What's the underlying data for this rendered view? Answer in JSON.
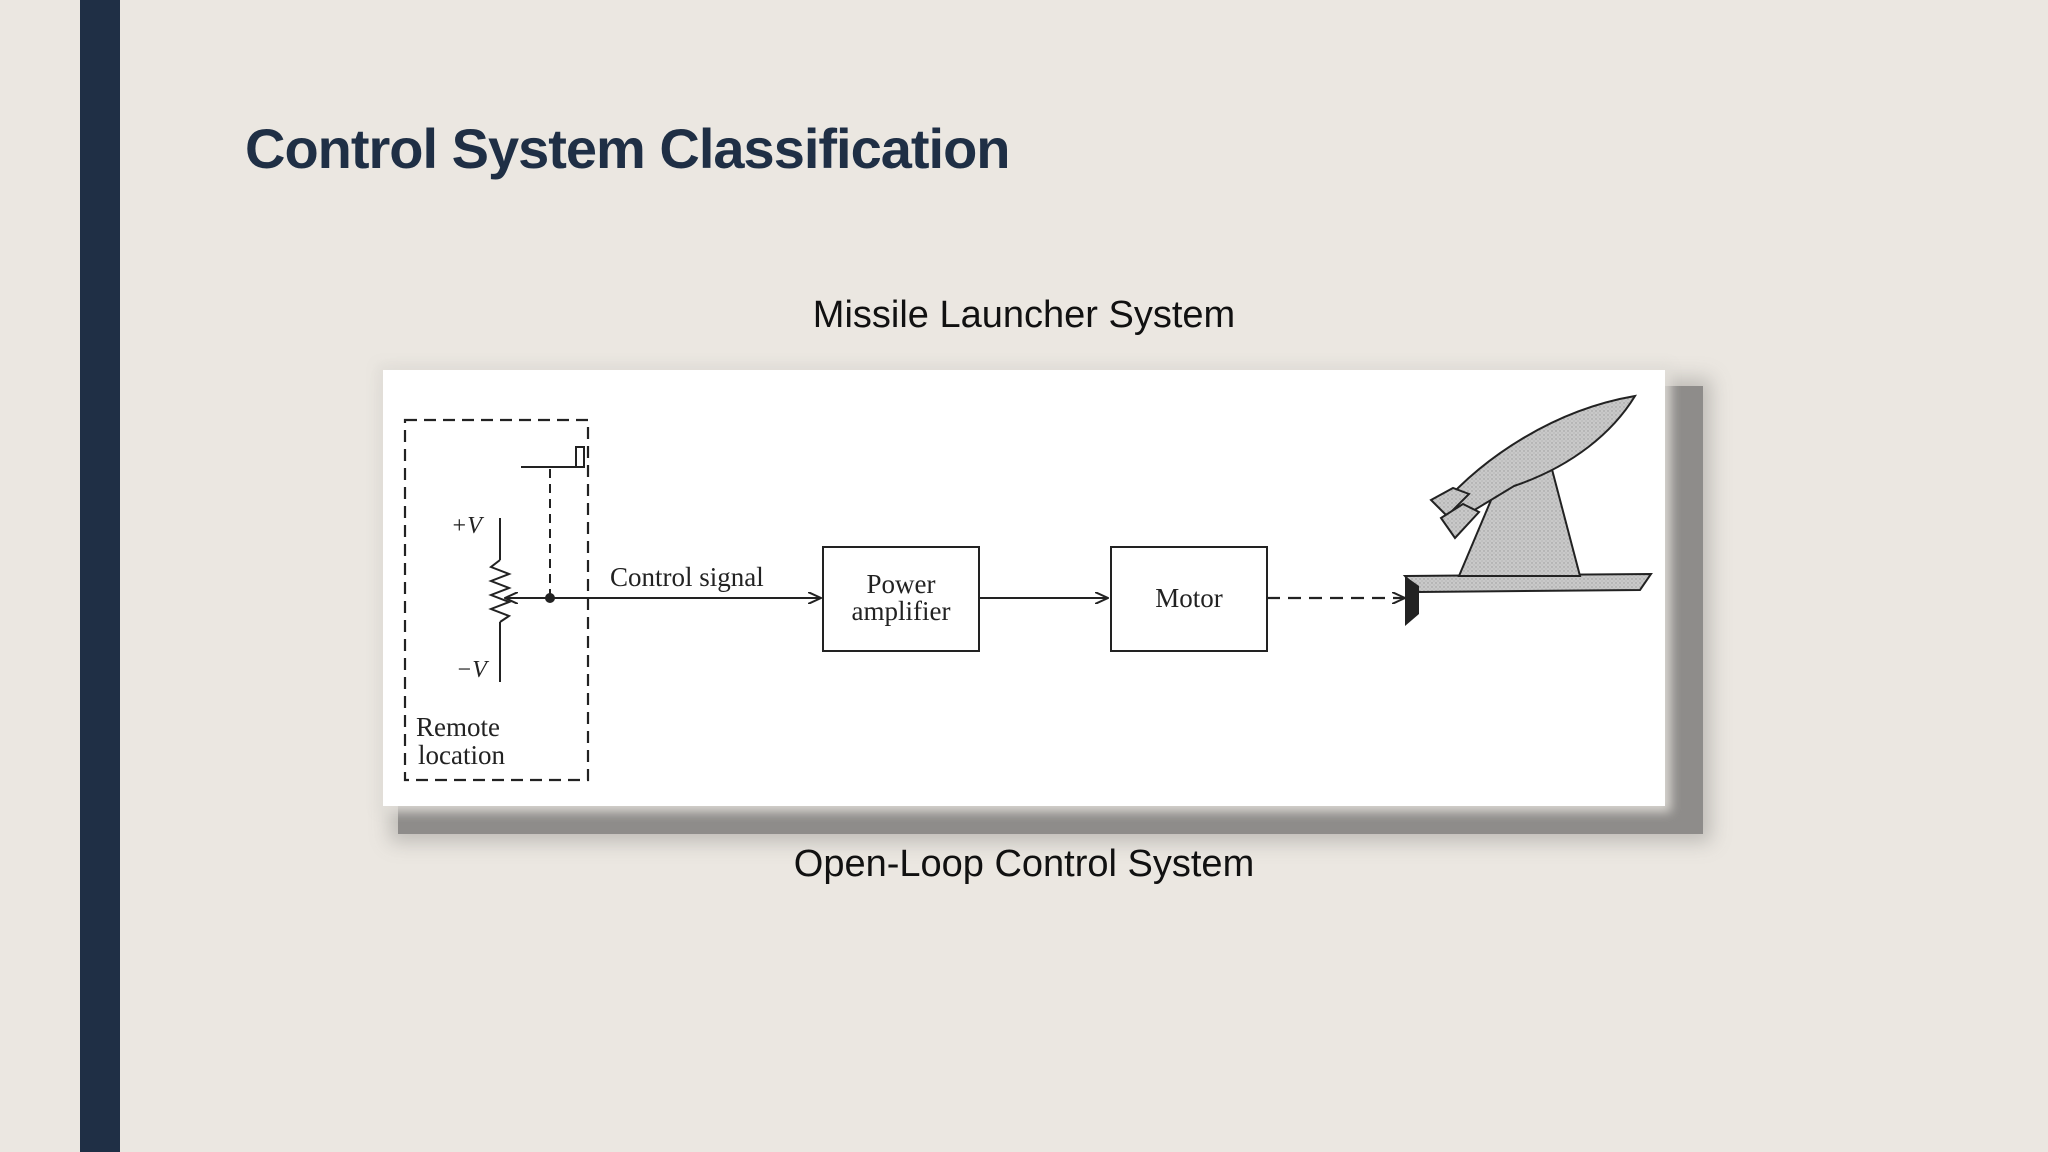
{
  "slide": {
    "title": "Control System Classification",
    "diagram_heading": "Missile Launcher System",
    "diagram_caption": "Open-Loop Control System"
  },
  "diagram": {
    "remote_box_label_line1": "Remote",
    "remote_box_label_line2": "location",
    "plus_v": "+V",
    "minus_v": "−V",
    "control_signal": "Control signal",
    "amplifier_line1": "Power",
    "amplifier_line2": "amplifier",
    "motor": "Motor"
  },
  "colors": {
    "sidebar": "#1f2f45",
    "title": "#1f2f45",
    "background": "#ebe7e1"
  }
}
